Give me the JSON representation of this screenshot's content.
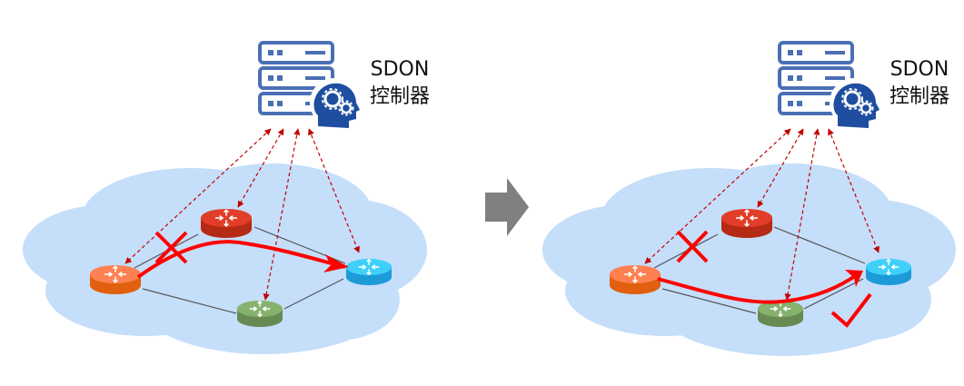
{
  "panels": [
    {
      "id": "before",
      "controller": {
        "line1": "SDON",
        "line2": "控制器",
        "icon": "server-ai-icon"
      },
      "routers": [
        {
          "name": "router-orange",
          "color": "orange"
        },
        {
          "name": "router-red",
          "color": "red"
        },
        {
          "name": "router-green",
          "color": "green"
        },
        {
          "name": "router-blue",
          "color": "blue"
        }
      ],
      "path": "orange-red-blue",
      "status_mark": "cross"
    },
    {
      "id": "after",
      "controller": {
        "line1": "SDON",
        "line2": "控制器",
        "icon": "server-ai-icon"
      },
      "routers": [
        {
          "name": "router-orange",
          "color": "orange"
        },
        {
          "name": "router-red",
          "color": "red"
        },
        {
          "name": "router-green",
          "color": "green"
        },
        {
          "name": "router-blue",
          "color": "blue"
        }
      ],
      "path": "orange-green-blue",
      "status_mark": "check"
    }
  ],
  "transition_arrow": "right-arrow",
  "colors": {
    "cloud": "#c5defa",
    "server": "#4a6fb5",
    "brain": "#1f4ea0",
    "control_line": "#c00000",
    "path": "#ff0000",
    "link": "#555555",
    "router_orange": "#ff7f50",
    "router_red": "#d9301e",
    "router_green": "#7fa866",
    "router_blue": "#2ec4f5",
    "arrow_gray": "#808080"
  }
}
